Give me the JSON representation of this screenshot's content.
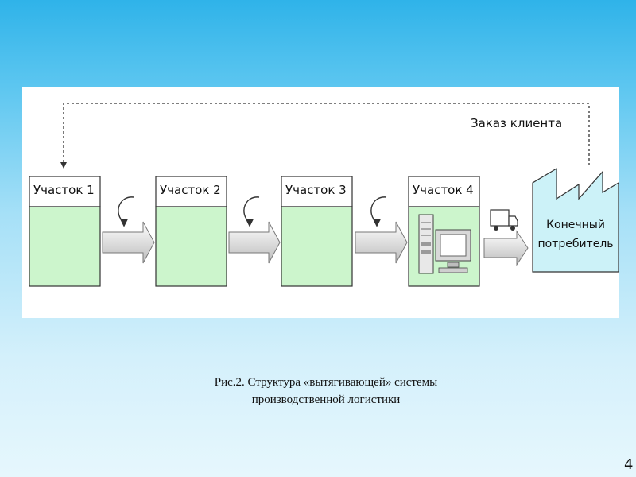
{
  "diagram": {
    "stations": [
      {
        "label": "Участок 1"
      },
      {
        "label": "Участок 2"
      },
      {
        "label": "Участок 3"
      },
      {
        "label": "Участок 4"
      }
    ],
    "order_label": "Заказ клиента",
    "consumer": {
      "line1": "Конечный",
      "line2": "потребитель"
    },
    "icons": [
      "cycle-arrow-icon",
      "flow-arrow-icon",
      "computer-icon",
      "truck-icon",
      "factory-icon"
    ],
    "colors": {
      "station_body": "#ccf5cc",
      "station_header": "#ffffff",
      "consumer_fill": "#ccf2f8",
      "background_top": "#2fb3e9",
      "background_bottom": "#e6f7fd"
    }
  },
  "caption": {
    "line1": "Рис.2. Структура «вытягивающей» системы",
    "line2": "производственной логистики"
  },
  "page_number": "4"
}
